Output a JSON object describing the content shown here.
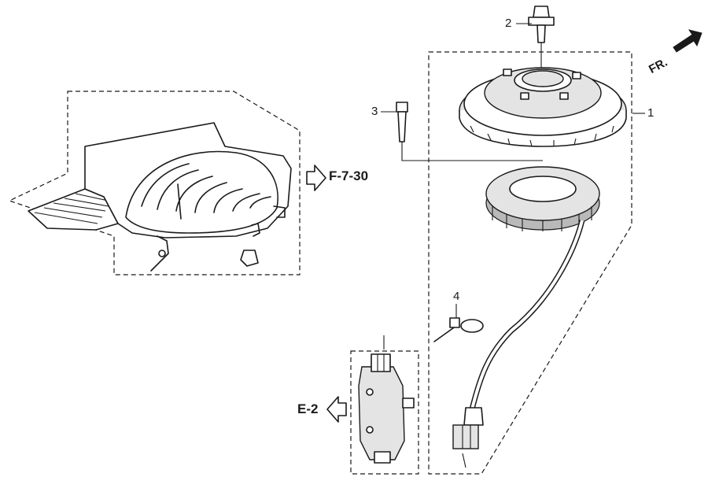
{
  "labels": {
    "part_1": "1",
    "part_2": "2",
    "part_3": "3",
    "part_4": "4",
    "ref_f": "F-7-30",
    "ref_e": "E-2",
    "front": "FR."
  },
  "icons": {
    "front_arrow": "front-direction-arrow-icon",
    "ref_arrow_f": "right-outline-arrow-icon",
    "ref_arrow_e": "left-outline-arrow-icon"
  },
  "colors": {
    "line": "#1a1a1a",
    "fill_light": "#e4e4e4",
    "fill_dark": "#b9b9b9"
  }
}
